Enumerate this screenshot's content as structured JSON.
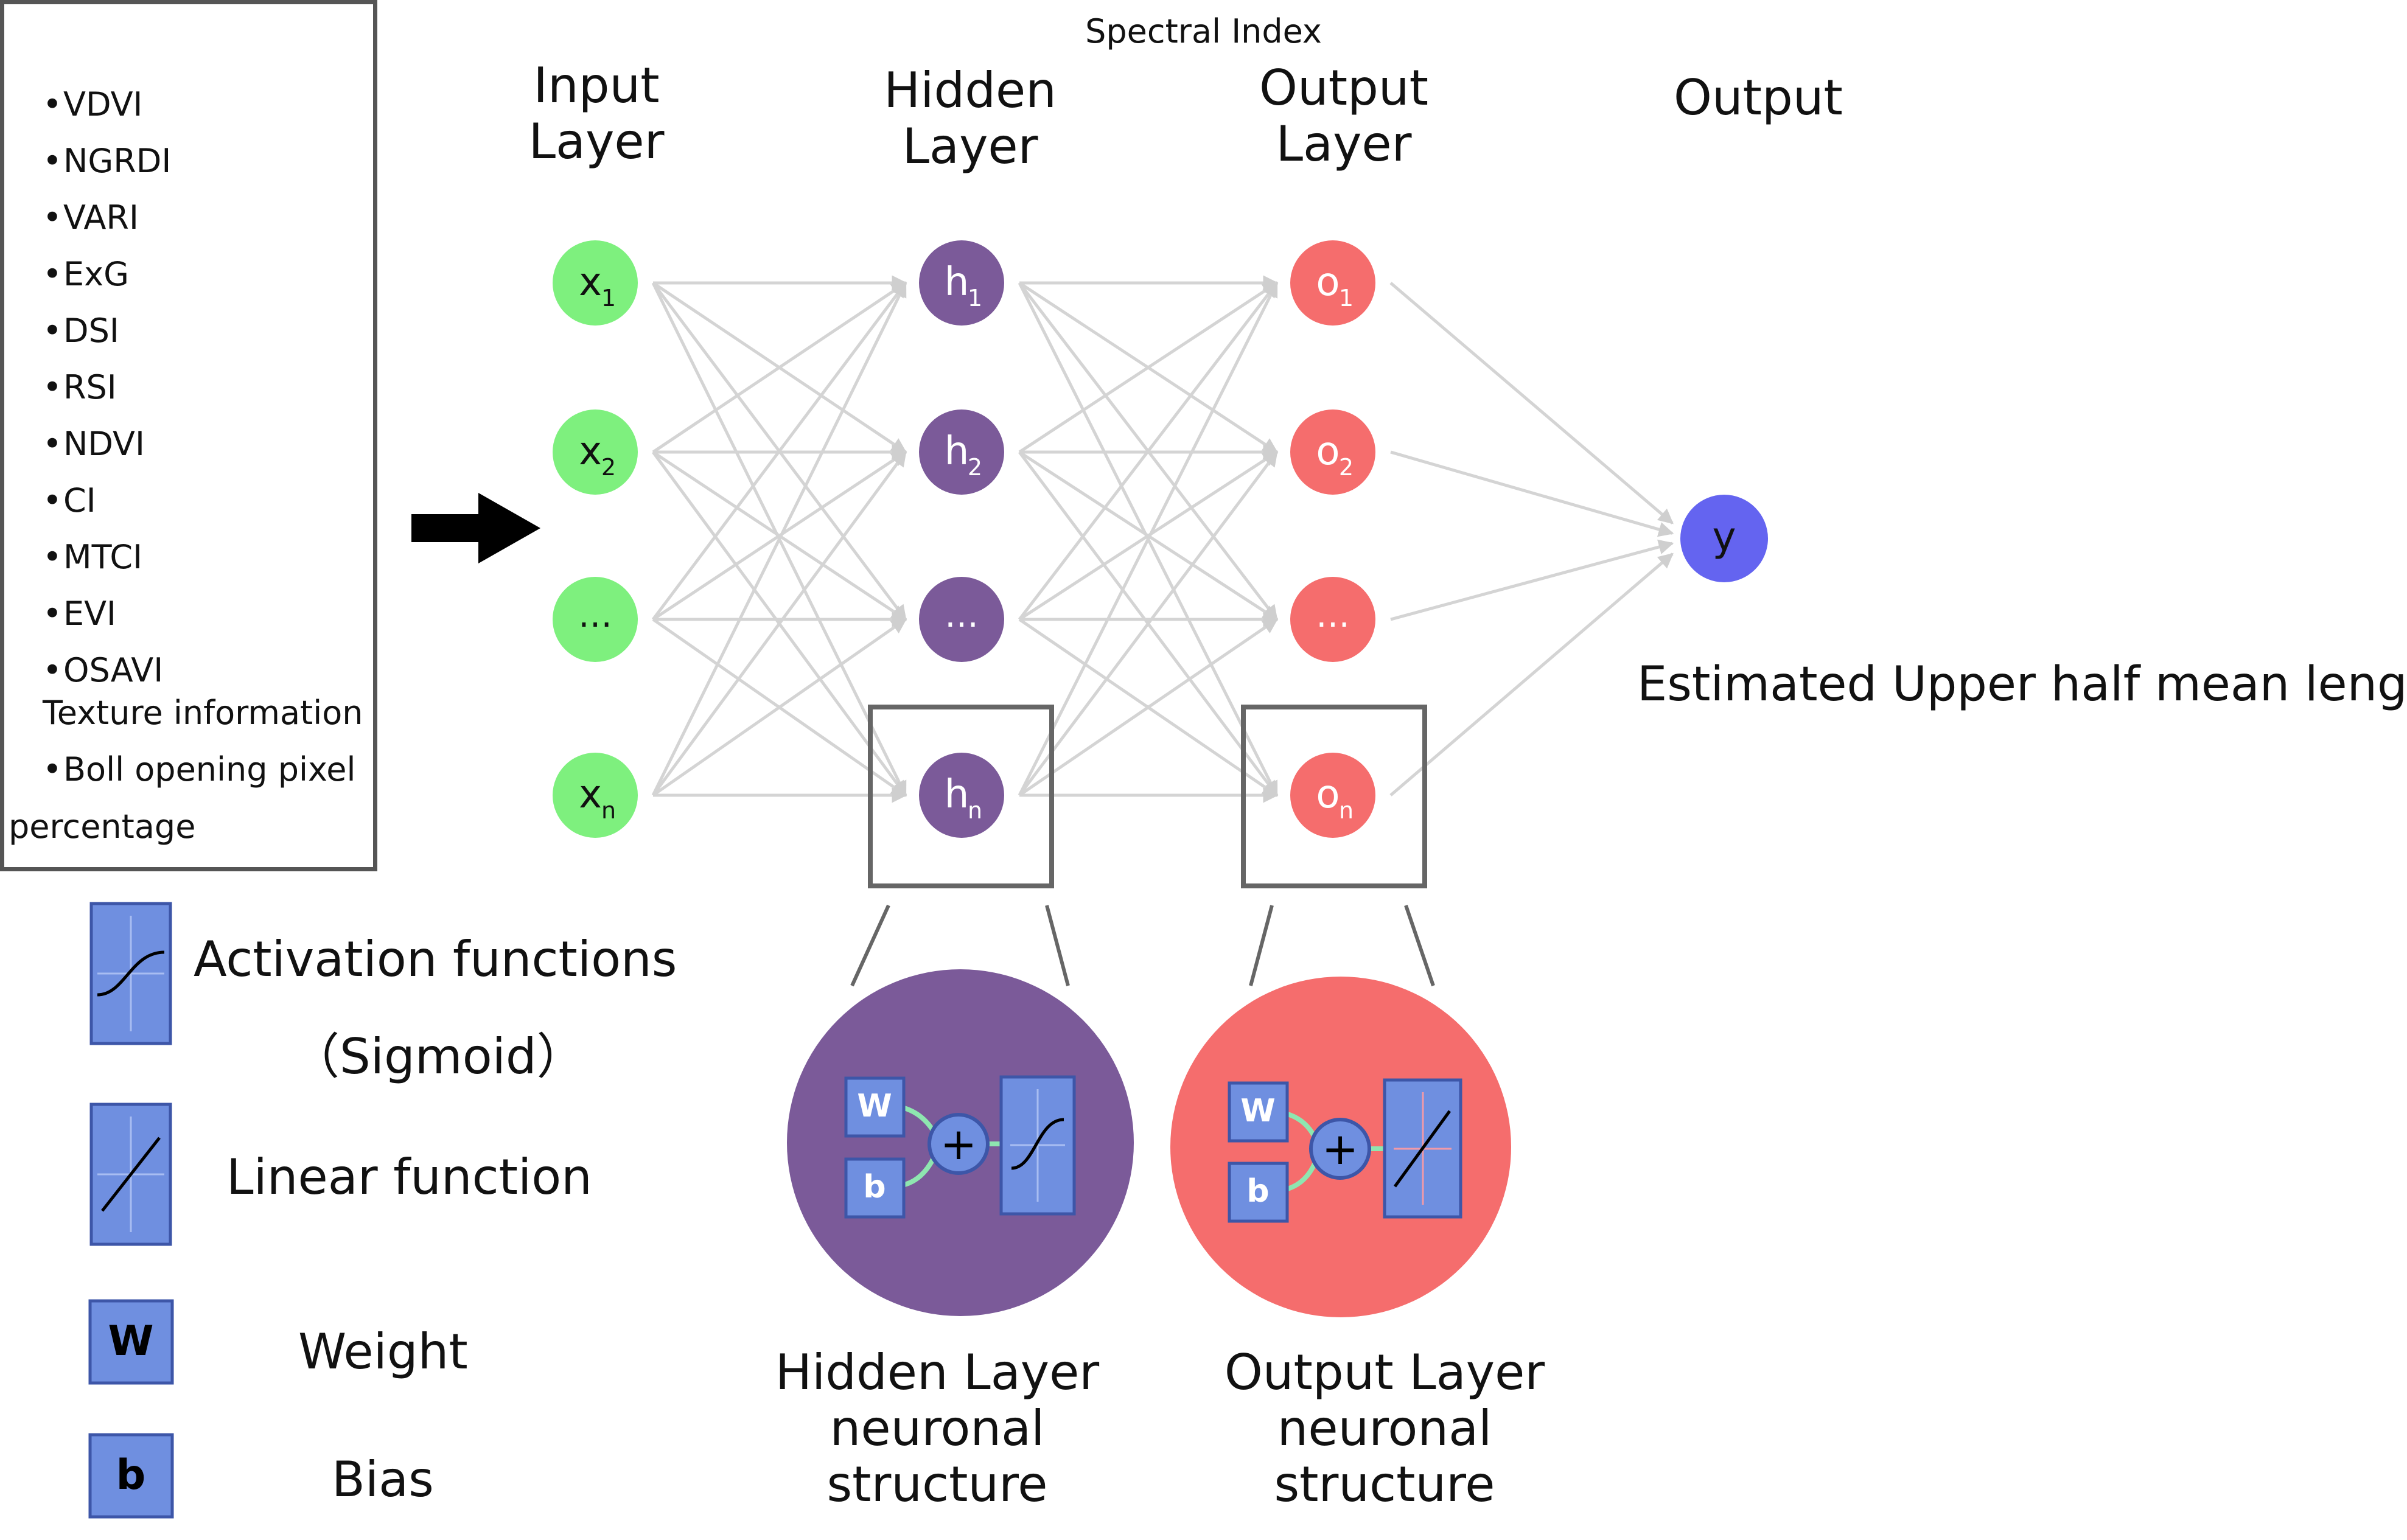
{
  "feature_box": {
    "title": "Spectral Index",
    "indices": [
      "VDVI",
      "NGRDI",
      "VARI",
      "ExG",
      "DSI",
      "RSI",
      "NDVI",
      "CI",
      "MTCI",
      "EVI",
      "OSAVI"
    ],
    "texture_title": "Texture information",
    "texture_item_line1": "Boll opening pixel",
    "texture_item_line2": "percentage",
    "bullet": "•"
  },
  "layers": {
    "input": [
      "Input",
      "Layer"
    ],
    "hidden": [
      "Hidden",
      "Layer"
    ],
    "output_layer": [
      "Output",
      "Layer"
    ],
    "output": "Output"
  },
  "nodes": {
    "input": [
      {
        "base": "x",
        "sub": "1"
      },
      {
        "base": "x",
        "sub": "2"
      },
      {
        "base": "…",
        "sub": ""
      },
      {
        "base": "x",
        "sub": "n"
      }
    ],
    "hidden": [
      {
        "base": "h",
        "sub": "1"
      },
      {
        "base": "h",
        "sub": "2"
      },
      {
        "base": "…",
        "sub": ""
      },
      {
        "base": "h",
        "sub": "n"
      }
    ],
    "output": [
      {
        "base": "o",
        "sub": "1"
      },
      {
        "base": "o",
        "sub": "2"
      },
      {
        "base": "…",
        "sub": ""
      },
      {
        "base": "o",
        "sub": "n"
      }
    ],
    "final": "y"
  },
  "estimated_label": "Estimated Upper half mean length",
  "structures": {
    "hidden": [
      "Hidden Layer",
      "neuronal structure"
    ],
    "output": [
      "Output Layer",
      "neuronal structure"
    ]
  },
  "legend": {
    "activation": [
      "Activation functions",
      "（Sigmoid）"
    ],
    "linear": "Linear function",
    "weight": "Weight",
    "bias": "Bias",
    "w_letter": "W",
    "b_letter": "b",
    "plus": "+"
  },
  "colors": {
    "input_node": "#7ef07e",
    "hidden_node": "#7b5a99",
    "output_node": "#f56d6d",
    "final_node": "#6464f0",
    "edge": "#d4d4d4",
    "icon_fill": "#6f8fe0",
    "icon_border": "#3d56a8"
  }
}
